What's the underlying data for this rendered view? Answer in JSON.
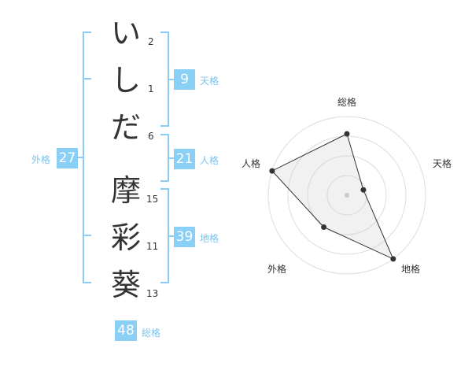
{
  "name_chars": [
    {
      "char": "い",
      "strokes": "2"
    },
    {
      "char": "し",
      "strokes": "1"
    },
    {
      "char": "だ",
      "strokes": "6"
    },
    {
      "char": "摩",
      "strokes": "15"
    },
    {
      "char": "彩",
      "strokes": "11"
    },
    {
      "char": "葵",
      "strokes": "13"
    }
  ],
  "kaku": {
    "tenkaku": {
      "value": "9",
      "label": "天格"
    },
    "jinkaku": {
      "value": "21",
      "label": "人格"
    },
    "chikaku": {
      "value": "39",
      "label": "地格"
    },
    "gaikaku": {
      "value": "27",
      "label": "外格"
    },
    "soukaku": {
      "value": "48",
      "label": "総格"
    }
  },
  "colors": {
    "accent": "#89cff6",
    "accent_text": "#7cc3ee",
    "line": "#8ccbf2",
    "text": "#333333"
  },
  "chart_data": {
    "type": "radar",
    "axes": [
      "総格",
      "天格",
      "地格",
      "外格",
      "人格"
    ],
    "values": [
      0.78,
      0.22,
      1.0,
      0.5,
      1.0
    ],
    "rings": 4,
    "range": [
      0,
      1
    ]
  }
}
